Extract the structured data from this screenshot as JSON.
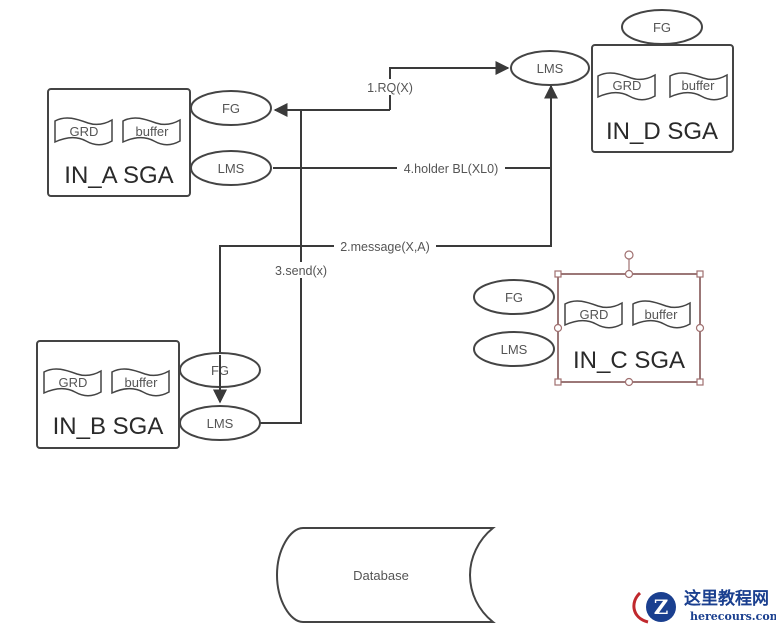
{
  "instances": [
    {
      "id": "a",
      "title": "IN_A SGA",
      "grd": "GRD",
      "buffer": "buffer",
      "fg": "FG",
      "lms": "LMS"
    },
    {
      "id": "b",
      "title": "IN_B SGA",
      "grd": "GRD",
      "buffer": "buffer",
      "fg": "FG",
      "lms": "LMS"
    },
    {
      "id": "c",
      "title": "IN_C SGA",
      "grd": "GRD",
      "buffer": "buffer",
      "fg": "FG",
      "lms": "LMS",
      "selected": true
    },
    {
      "id": "d",
      "title": "IN_D SGA",
      "grd": "GRD",
      "buffer": "buffer",
      "fg": "FG",
      "lms": "LMS"
    }
  ],
  "connectors": {
    "rq": "1.RQ(X)",
    "message": "2.message(X,A)",
    "send": "3.send(x)",
    "holder": "4.holder BL(XL0)"
  },
  "database": {
    "label": "Database"
  },
  "colors": {
    "stroke": "#444444",
    "selection": "#7a4a4a",
    "watermark": "#1a3f8f",
    "watermark_accent": "#c0282d"
  },
  "watermark": {
    "site_name": "这里教程网",
    "url": "herecours.com",
    "logo_letter": "Z"
  }
}
